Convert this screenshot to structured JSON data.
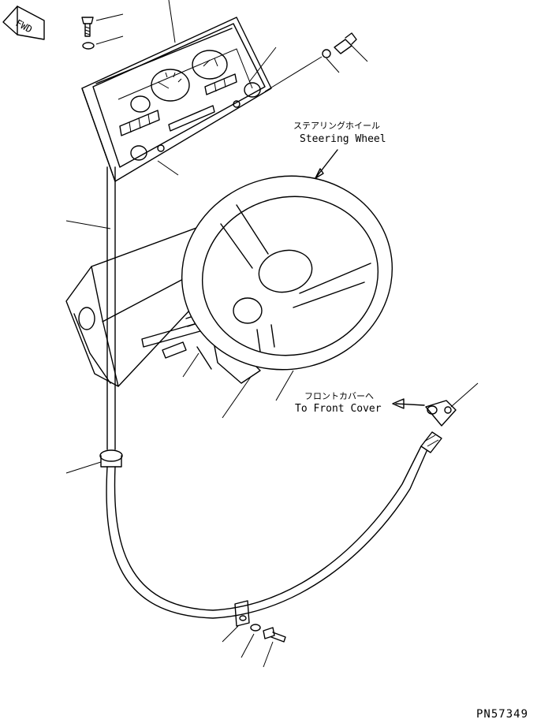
{
  "orientation": {
    "label": "FWD"
  },
  "callouts": {
    "steering_wheel": {
      "jp": "ステアリングホイール",
      "en": "Steering Wheel"
    },
    "front_cover": {
      "jp": "フロントカバーへ",
      "en": "To Front Cover"
    }
  },
  "drawing_number": "PN57349"
}
